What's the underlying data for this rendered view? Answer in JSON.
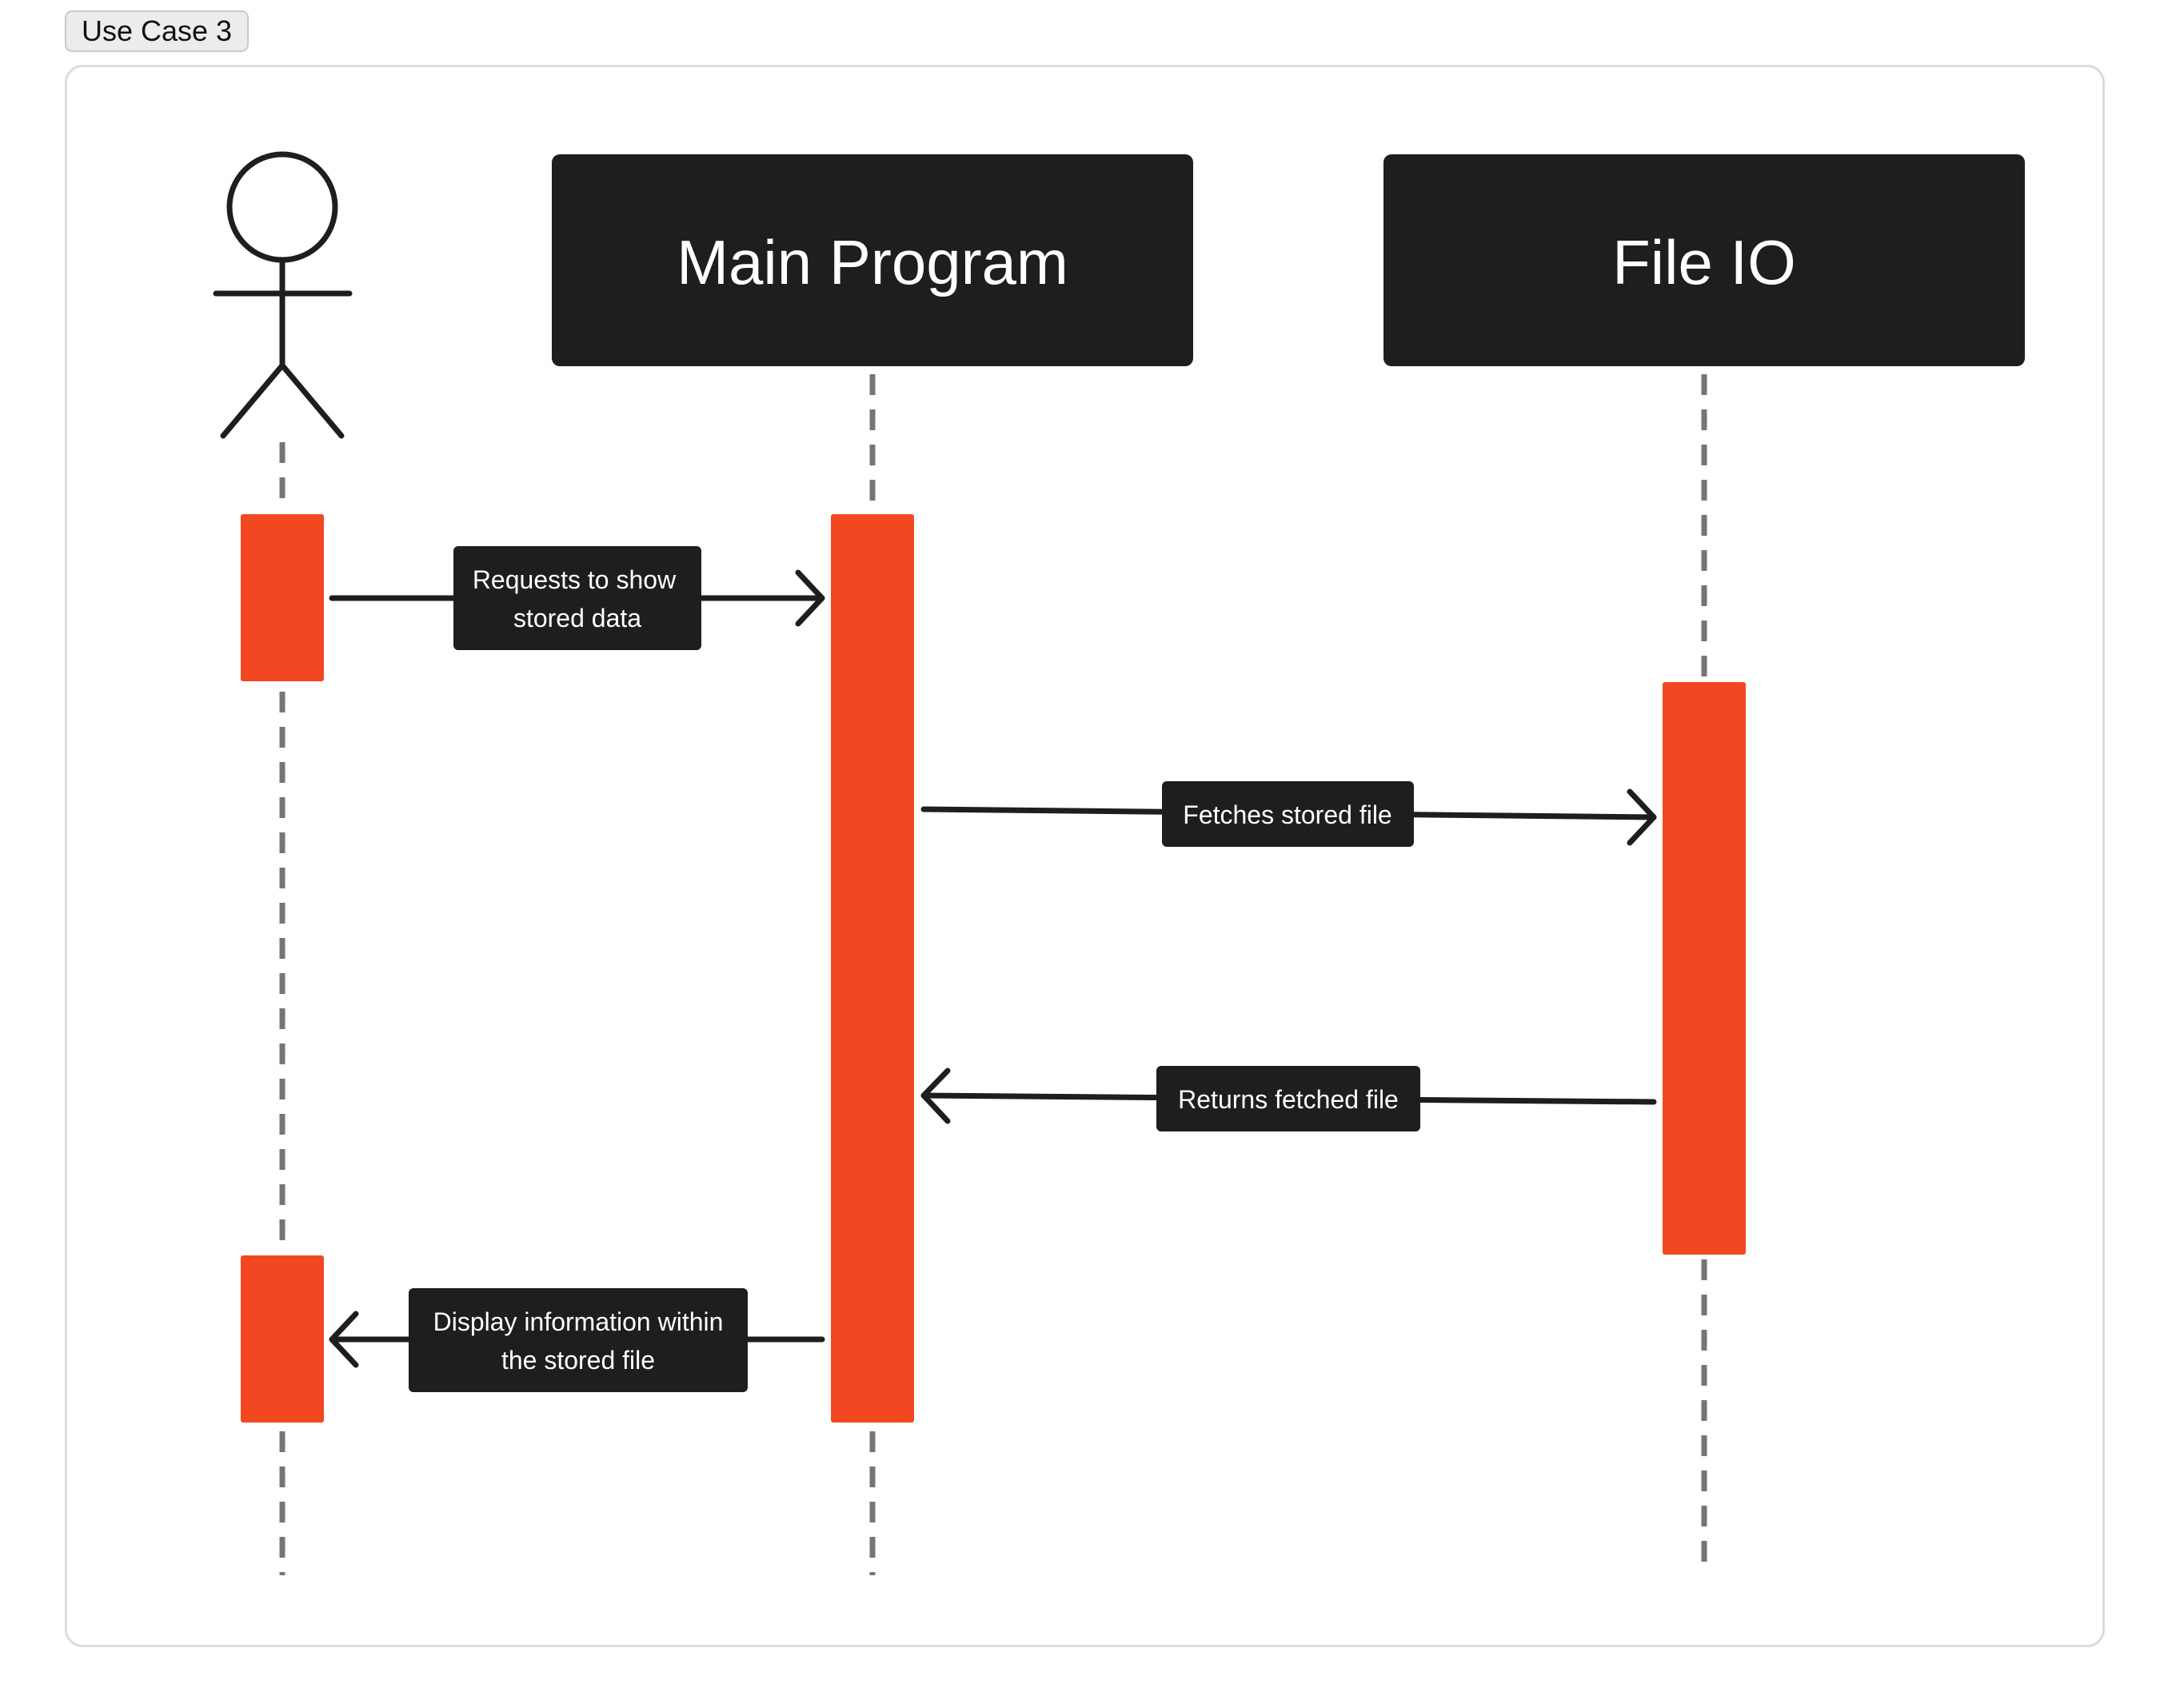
{
  "tab": {
    "label": "Use Case 3"
  },
  "participants": [
    {
      "kind": "actor",
      "name": ""
    },
    {
      "kind": "box",
      "name": "Main Program"
    },
    {
      "kind": "box",
      "name": "File IO"
    }
  ],
  "messages": [
    {
      "from": "actor",
      "to": "Main Program",
      "lines": [
        "Requests to show",
        "stored data"
      ]
    },
    {
      "from": "Main Program",
      "to": "File IO",
      "lines": [
        "Fetches stored file"
      ]
    },
    {
      "from": "File IO",
      "to": "Main Program",
      "lines": [
        "Returns fetched file"
      ]
    },
    {
      "from": "Main Program",
      "to": "actor",
      "lines": [
        "Display information within",
        "the stored file"
      ]
    }
  ],
  "colors": {
    "activation": "#f24822",
    "box": "#1e1e1e",
    "lifeline": "#757575",
    "arrow": "#1e1e1e",
    "frame_border": "#dcdcdc"
  }
}
